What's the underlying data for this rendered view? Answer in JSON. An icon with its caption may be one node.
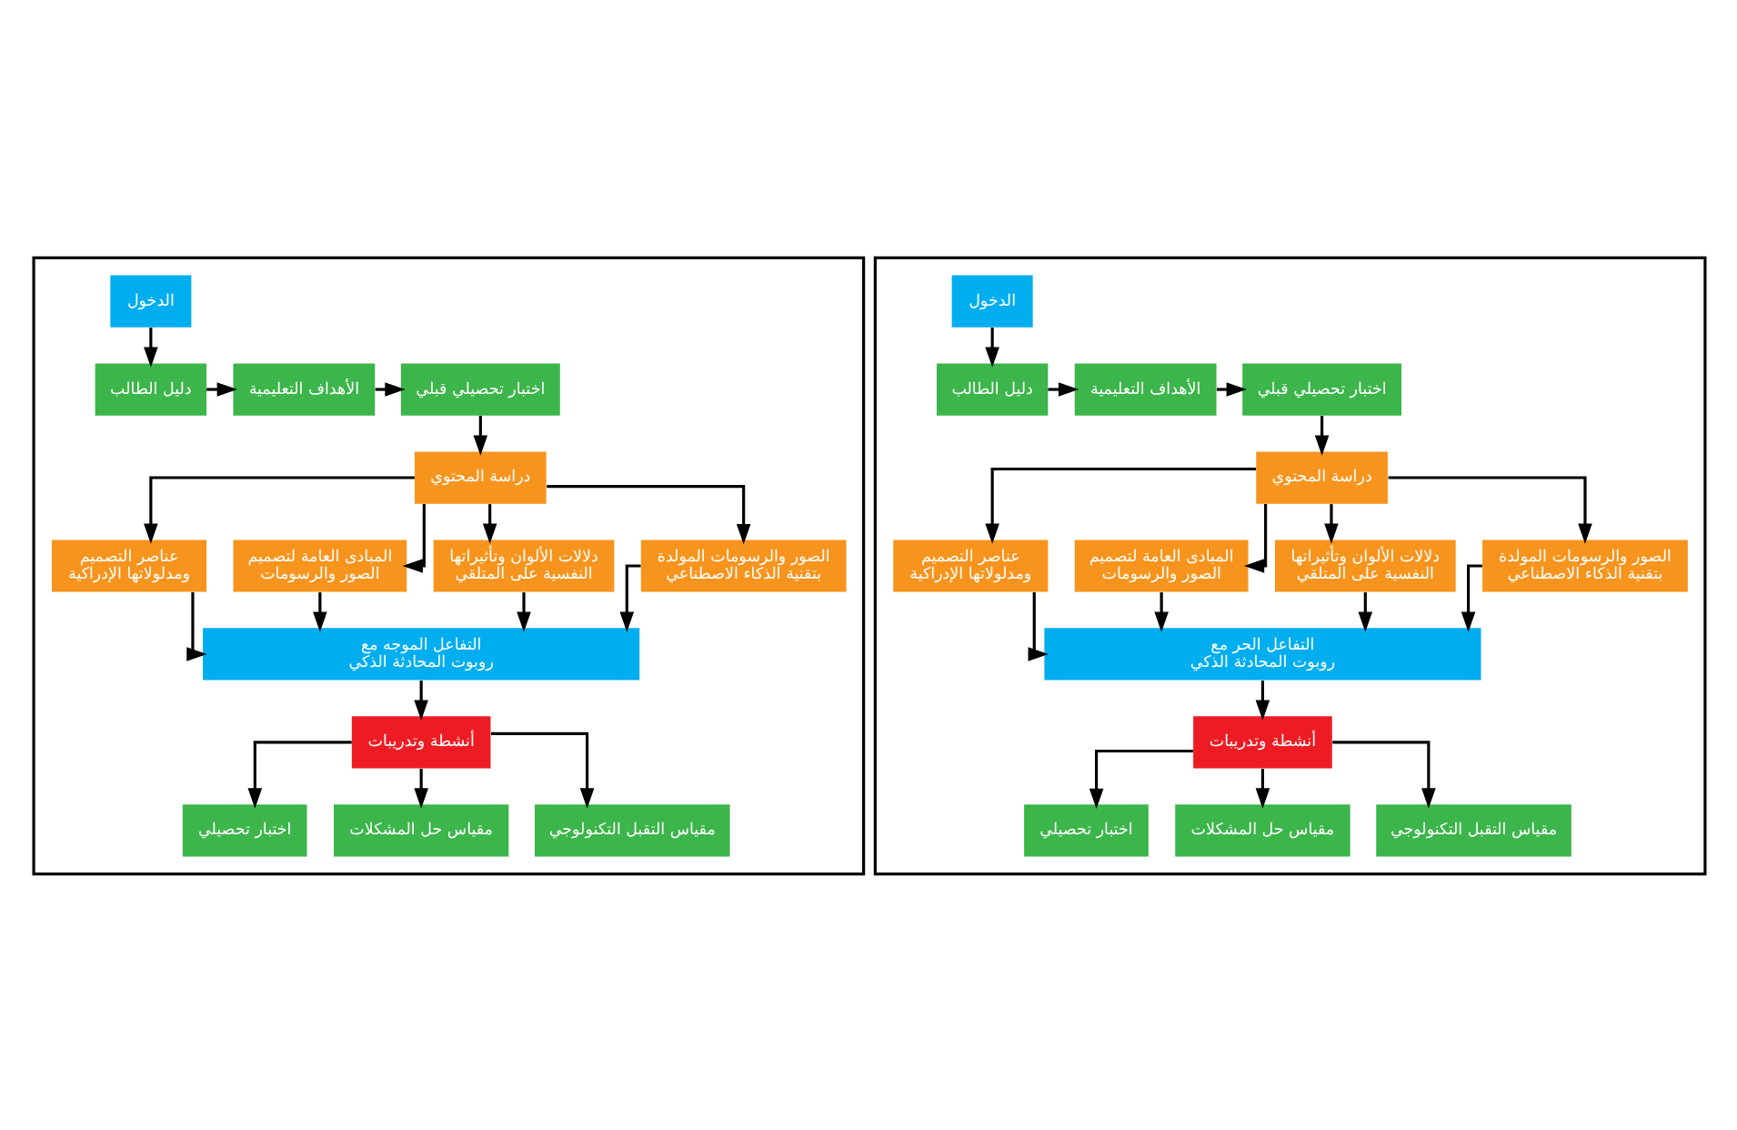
{
  "diagram": {
    "nodes": [
      {
        "text": [],
        "shape": "box"
      },
      {
        "text": [
          "الدخول"
        ],
        "in": 0
      },
      {
        "text": [
          "دليل الطالب"
        ],
        "in": 0
      },
      {
        "text": [
          "الأهداف التعليمية"
        ],
        "in": 0
      },
      {
        "text": [
          "اختبار تحصيلي قبلي"
        ],
        "in": 0
      },
      {
        "text": [
          "دراسة المحتوي"
        ],
        "in": 0
      },
      {
        "text": [
          "عناصر التصميم ومدلولاتها الإدراكية"
        ],
        "in": 0
      },
      {
        "text": [
          "المبادى العامة لتصميم الصور والرسومات"
        ],
        "in": 0
      },
      {
        "text": [
          "دلالات الألوان وتأثيراتها النفسية على المتلقي"
        ],
        "in": 0
      },
      {
        "text": [
          "الصور والرسومات المولدة بتقنية الذكاء الاصطناعي"
        ],
        "in": 0
      },
      {
        "text": [
          "التفاعل الموجه مع روبوت المحادثة الذكي"
        ],
        "in": 0
      },
      {
        "text": [
          "أنشطة وتدريبات"
        ],
        "in": 0
      },
      {
        "text": [
          "اختبار تحصيلي"
        ],
        "in": 0
      },
      {
        "text": [
          "مقياس حل المشكلات"
        ],
        "in": 0
      },
      {
        "text": [
          "مقياس التقبل التكنولوجي"
        ],
        "in": 0
      },
      {
        "text": [],
        "shape": "box"
      },
      {
        "text": [
          "الدخول"
        ],
        "in": 15
      },
      {
        "text": [
          "دليل الطالب"
        ],
        "in": 15
      },
      {
        "text": [
          "الأهداف التعليمية"
        ],
        "in": 15
      },
      {
        "text": [
          "اختبار تحصيلي قبلي"
        ],
        "in": 15
      },
      {
        "text": [
          "دراسة المحتوي"
        ],
        "in": 15
      },
      {
        "text": [
          "عناصر التصميم ومدلولاتها الإدراكية"
        ],
        "in": 15
      },
      {
        "text": [
          "المبادى العامة لتصميم الصور والرسومات"
        ],
        "in": 15
      },
      {
        "text": [
          "دلالات الألوان وتأثيراتها النفسية على المتلقي"
        ],
        "in": 15
      },
      {
        "text": [
          "الصور والرسومات المولدة بتقنية الذكاء الاصطناعي"
        ],
        "in": 15
      },
      {
        "text": [
          "التفاعل الحر مع روبوت المحادثة الذكي"
        ],
        "in": 15
      },
      {
        "text": [
          "أنشطة وتدريبات"
        ],
        "in": 15
      },
      {
        "text": [
          "اختبار تحصيلي"
        ],
        "in": 15
      },
      {
        "text": [
          "مقياس حل المشكلات"
        ],
        "in": 15
      },
      {
        "text": [
          "مقياس التقبل التكنولوجي"
        ],
        "in": 15
      }
    ],
    "edges": [
      {
        "from": 1,
        "to": 2,
        "arrow": "to"
      },
      {
        "from": 2,
        "to": 3,
        "arrow": "to"
      },
      {
        "from": 3,
        "to": 4,
        "arrow": "to"
      },
      {
        "from": 4,
        "to": 5,
        "arrow": "to"
      },
      {
        "from": 5,
        "to": 6,
        "arrow": "to"
      },
      {
        "from": 5,
        "to": 7,
        "arrow": "to"
      },
      {
        "from": 5,
        "to": 8,
        "arrow": "to"
      },
      {
        "from": 5,
        "to": 9,
        "arrow": "to"
      },
      {
        "from": 6,
        "to": 10,
        "arrow": "to"
      },
      {
        "from": 7,
        "to": 10,
        "arrow": "to"
      },
      {
        "from": 8,
        "to": 10,
        "arrow": "to"
      },
      {
        "from": 9,
        "to": 10,
        "arrow": "to"
      },
      {
        "from": 10,
        "to": 11,
        "arrow": "to"
      },
      {
        "from": 11,
        "to": 12,
        "arrow": "to"
      },
      {
        "from": 11,
        "to": 13,
        "arrow": "to"
      },
      {
        "from": 11,
        "to": 14,
        "arrow": "to"
      },
      {
        "from": 16,
        "to": 17,
        "arrow": "to"
      },
      {
        "from": 17,
        "to": 18,
        "arrow": "to"
      },
      {
        "from": 18,
        "to": 19,
        "arrow": "to"
      },
      {
        "from": 19,
        "to": 20,
        "arrow": "to"
      },
      {
        "from": 20,
        "to": 21,
        "arrow": "to"
      },
      {
        "from": 20,
        "to": 22,
        "arrow": "to"
      },
      {
        "from": 20,
        "to": 23,
        "arrow": "to"
      },
      {
        "from": 20,
        "to": 24,
        "arrow": "to"
      },
      {
        "from": 21,
        "to": 25,
        "arrow": "to"
      },
      {
        "from": 22,
        "to": 25,
        "arrow": "to"
      },
      {
        "from": 23,
        "to": 25,
        "arrow": "to"
      },
      {
        "from": 24,
        "to": 25,
        "arrow": "to"
      },
      {
        "from": 25,
        "to": 26,
        "arrow": "to"
      },
      {
        "from": 26,
        "to": 27,
        "arrow": "to"
      },
      {
        "from": 26,
        "to": 28,
        "arrow": "to"
      },
      {
        "from": 26,
        "to": 29,
        "arrow": "to"
      }
    ]
  }
}
